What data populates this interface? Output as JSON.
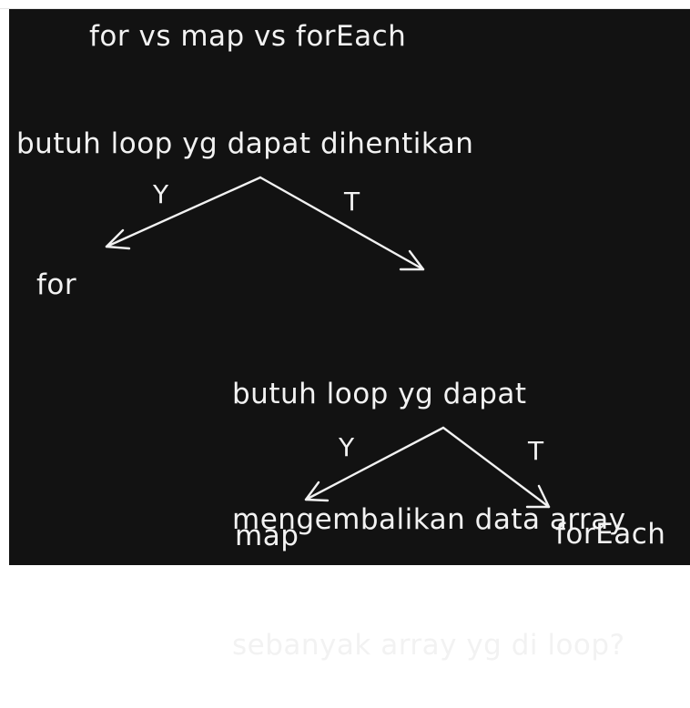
{
  "title": "for vs map vs forEach",
  "question_1": {
    "text": "butuh loop yg dapat dihentikan",
    "yes_label": "Y",
    "no_label": "T"
  },
  "outcome_for": "for",
  "question_2": {
    "lines": [
      "butuh loop yg dapat",
      "mengembalikan data array",
      "sebanyak array yg di loop?"
    ],
    "yes_label": "Y",
    "no_label": "T"
  },
  "outcome_map": "map",
  "outcome_forEach": "forEach",
  "colors": {
    "background": "#121212",
    "stroke": "#f2f2f2"
  }
}
